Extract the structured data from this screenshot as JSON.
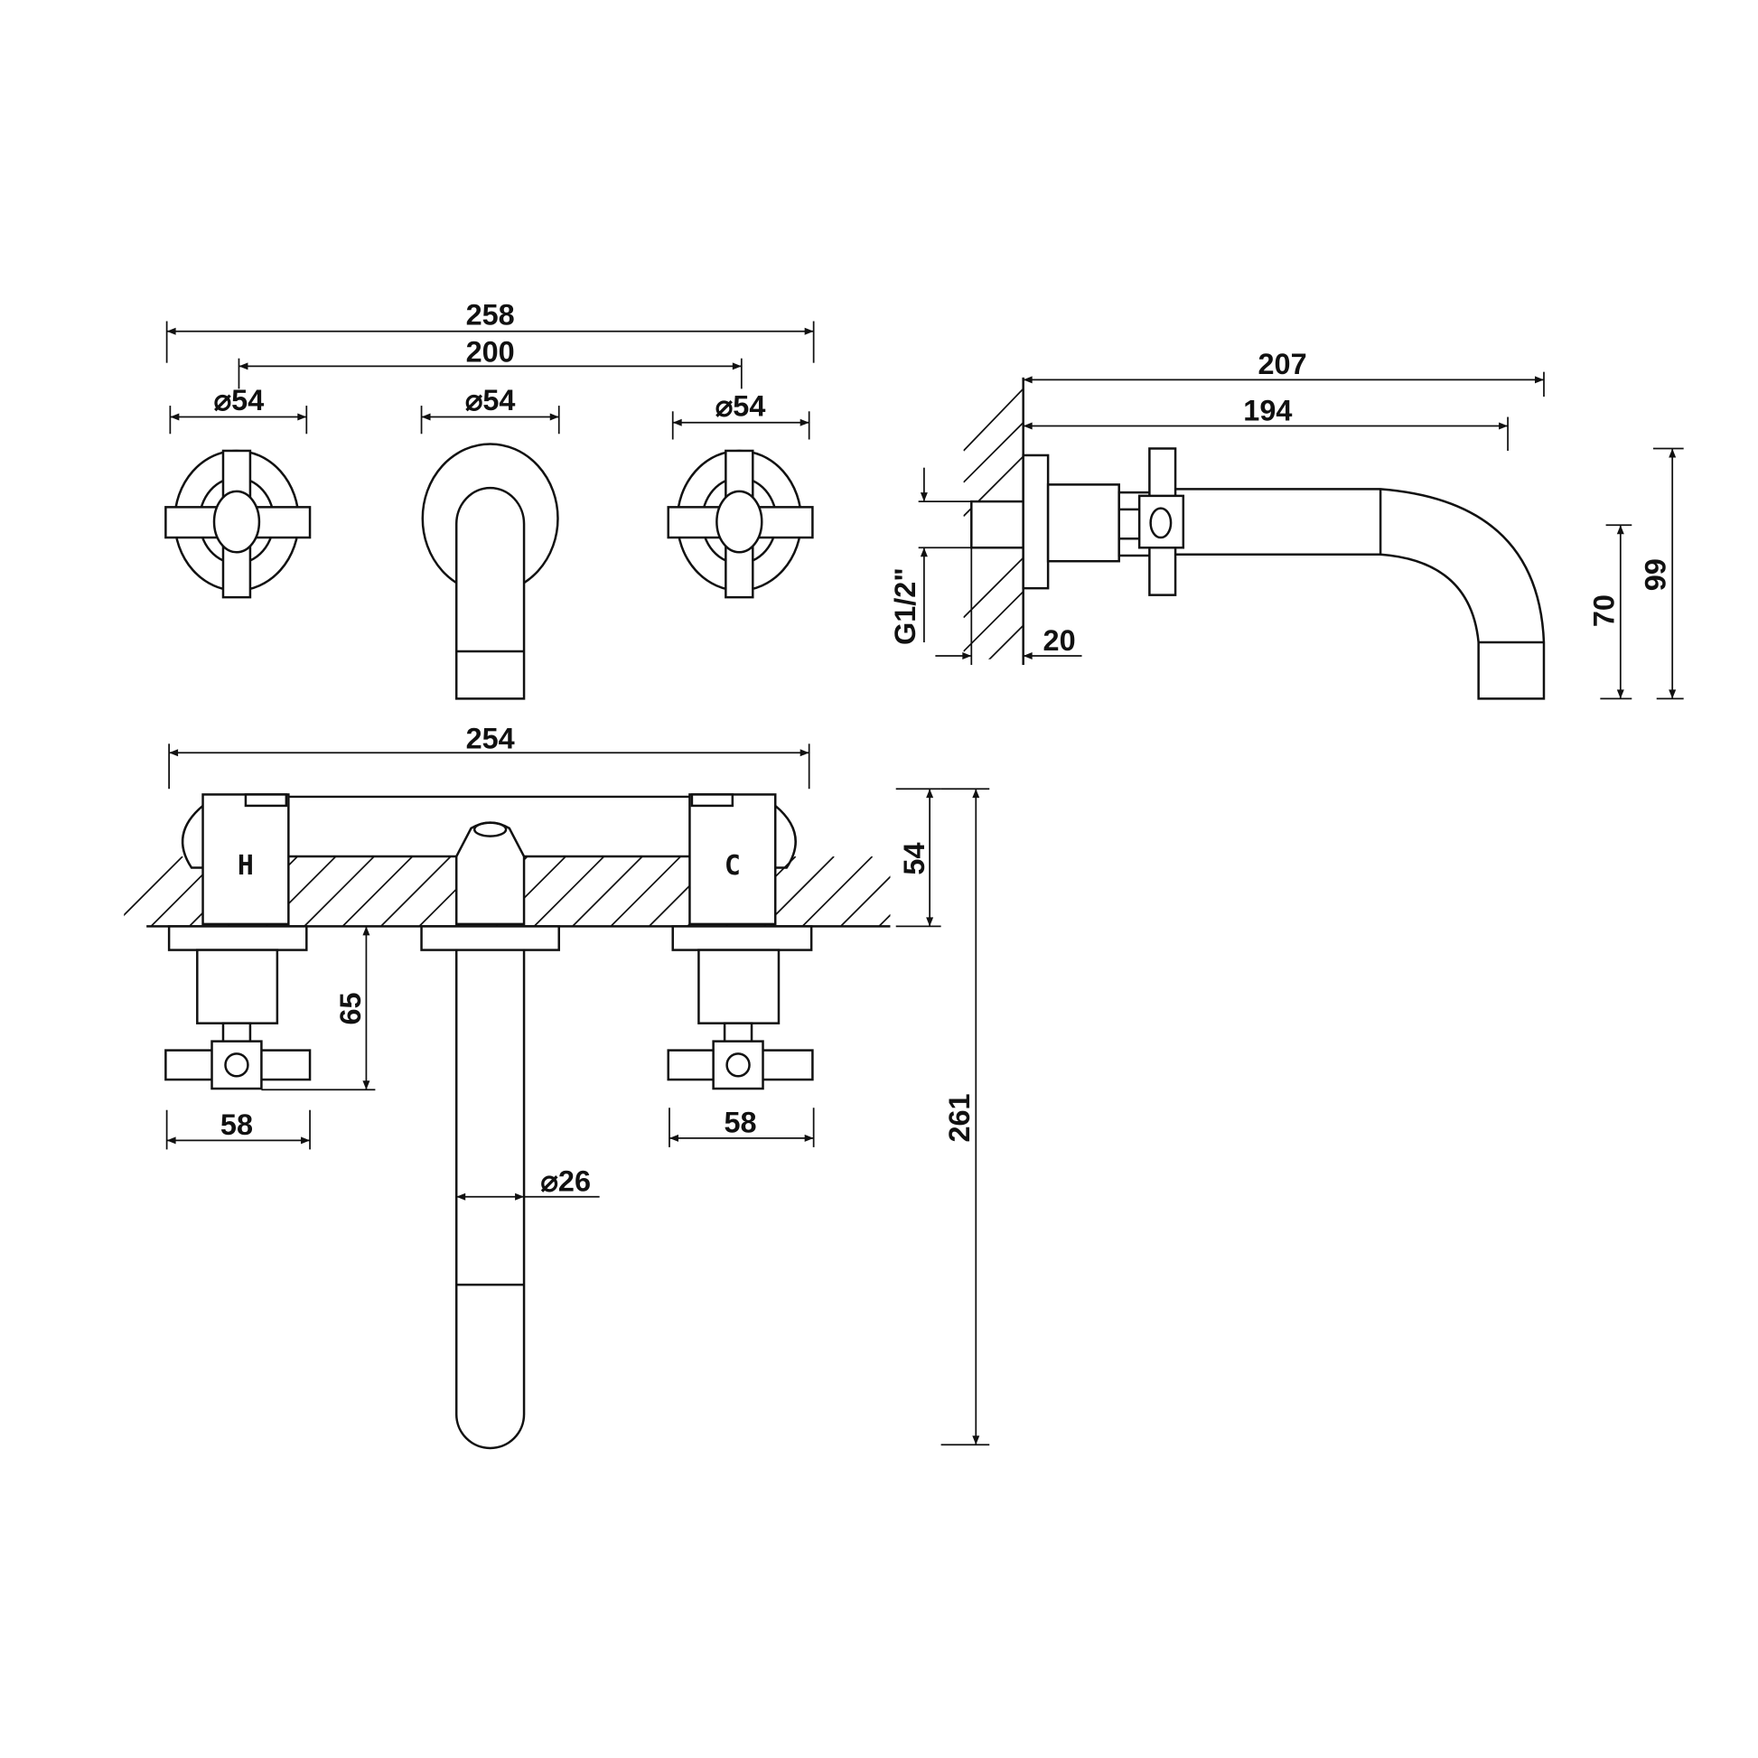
{
  "front_view": {
    "overall_width": "258",
    "centers": "200",
    "dia_left": "⌀54",
    "dia_middle": "⌀54",
    "dia_right": "⌀54"
  },
  "side_view": {
    "projection_total": "207",
    "projection_spout": "194",
    "thread": "G1/2\"",
    "thread_length": "20",
    "outlet_height": "70",
    "total_height": "99"
  },
  "plan_view": {
    "overall_width": "254",
    "hot_label": "H",
    "cold_label": "C",
    "handle_projection": "65",
    "handle_width_left": "58",
    "handle_width_right": "58",
    "spout_dia": "⌀26",
    "body_depth": "54",
    "spout_length": "261"
  },
  "colors": {
    "line": "#111111",
    "background": "#ffffff"
  }
}
